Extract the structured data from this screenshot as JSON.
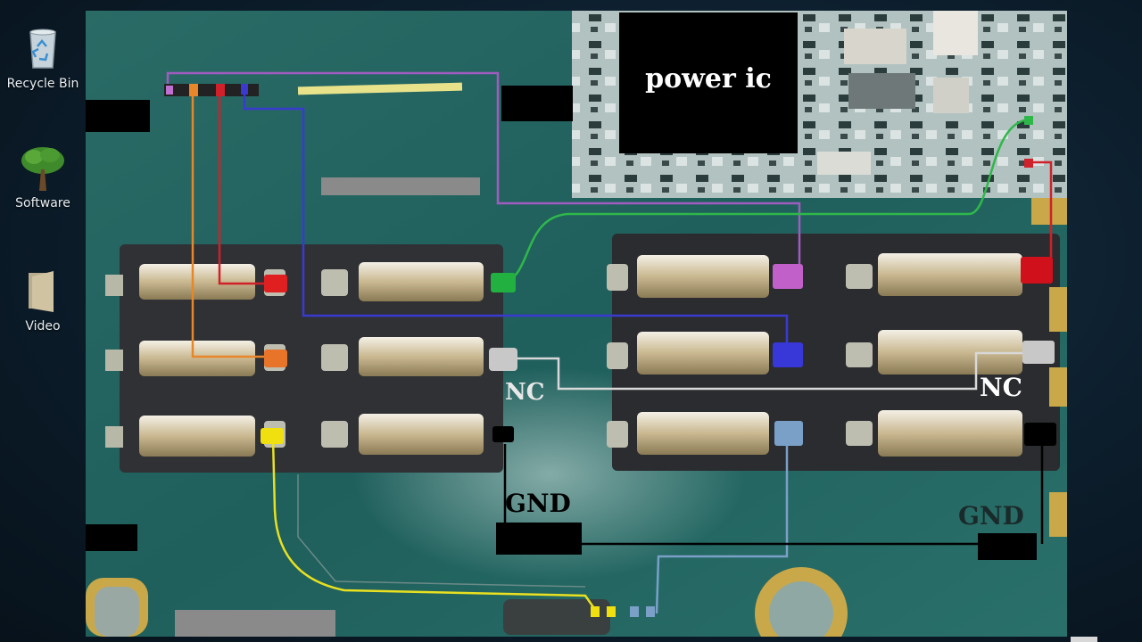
{
  "desktop": {
    "icons": [
      {
        "label": "Recycle Bin",
        "icon": "recycle-bin-icon"
      },
      {
        "label": "Software",
        "icon": "tree-icon"
      },
      {
        "label": "Video",
        "icon": "folder-icon"
      }
    ]
  },
  "viewer": {
    "labels": {
      "power_ic": "power ic",
      "nc_left": "NC",
      "nc_right": "NC",
      "gnd_left": "GND",
      "gnd_right": "GND"
    }
  },
  "colors": {
    "board": "#1f5f5c",
    "wire_purple": "#a05cc0",
    "wire_orange": "#e8862a",
    "wire_red": "#d0202a",
    "wire_blue": "#3a3ad0",
    "wire_green": "#2fb84a",
    "wire_white": "#d8d8d8",
    "wire_yellow": "#e8e020",
    "wire_lightblue": "#7aa0c8",
    "wire_black": "#000000"
  }
}
